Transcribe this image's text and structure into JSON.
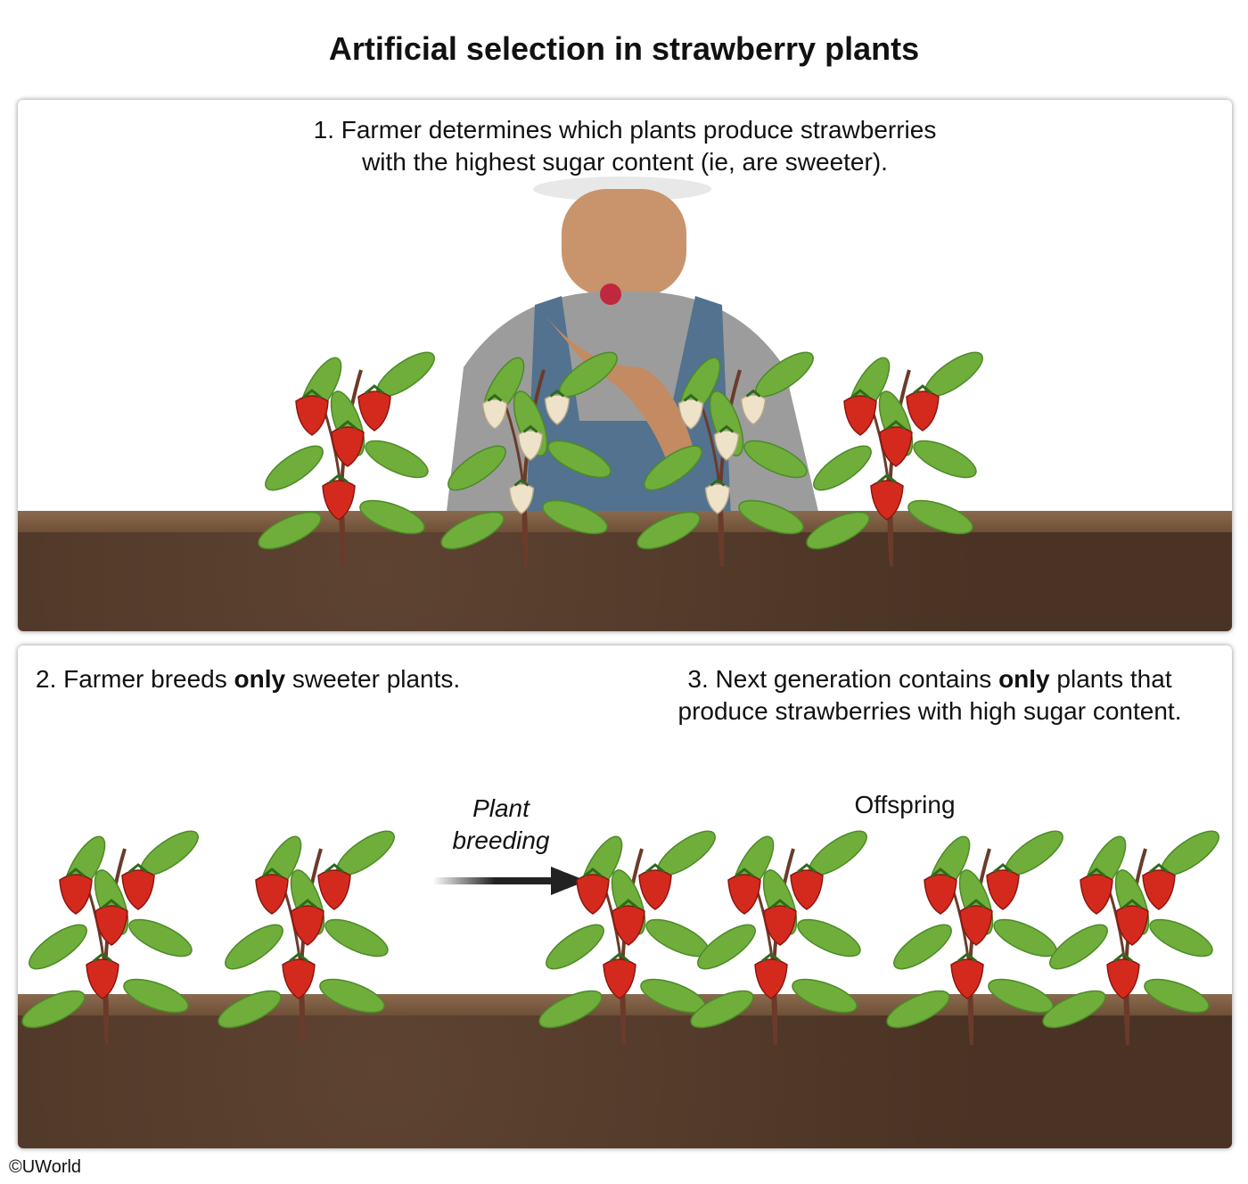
{
  "title": "Artificial selection in strawberry plants",
  "panel1": {
    "caption_line1": "1. Farmer determines which plants produce strawberries",
    "caption_line2": "with the highest sugar content (ie, are sweeter).",
    "plants": [
      {
        "berry": "red"
      },
      {
        "berry": "white"
      },
      {
        "berry": "white"
      },
      {
        "berry": "red"
      }
    ]
  },
  "panel2": {
    "step2_prefix": "2. Farmer breeds ",
    "step2_bold": "only",
    "step2_suffix": " sweeter plants.",
    "step3_prefix": "3. Next generation contains ",
    "step3_bold": "only",
    "step3_suffix": " plants that",
    "step3_line2": "produce strawberries with high sugar content.",
    "arrow_label_line1": "Plant",
    "arrow_label_line2": "breeding",
    "offspring_label": "Offspring"
  },
  "copyright": "©UWorld",
  "colors": {
    "soil": "#4f3727",
    "berry_red": "#d42a1e",
    "berry_white": "#eee3c8",
    "leaf": "#6fae3a"
  }
}
